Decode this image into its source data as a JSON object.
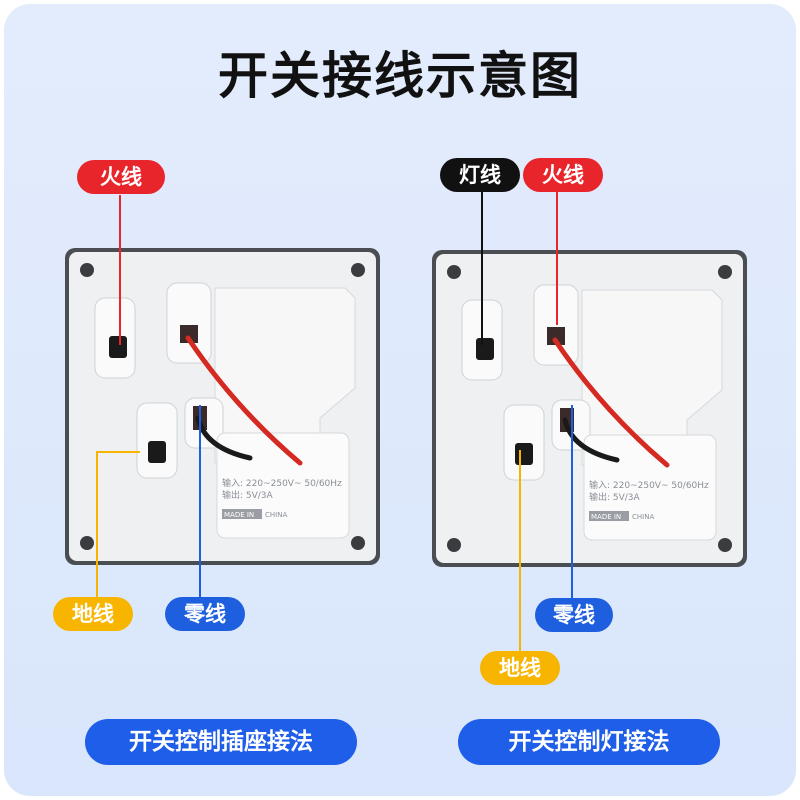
{
  "title": "开关接线示意图",
  "colors": {
    "live": "#e8252a",
    "lamp": "#111111",
    "earth": "#f7b500",
    "neutral": "#1e5fe0",
    "button": "#1f5ee8"
  },
  "left_diagram": {
    "labels": {
      "live": "火线",
      "earth": "地线",
      "neutral": "零线"
    },
    "caption": "开关控制插座接法"
  },
  "right_diagram": {
    "labels": {
      "lamp": "灯线",
      "live": "火线",
      "neutral": "零线",
      "earth": "地线"
    },
    "caption": "开关控制灯接法"
  },
  "socket_print": {
    "input": "输入: 220~250V~ 50/60Hz",
    "output": "输出: 5V/3A",
    "made_in": "MADE IN",
    "country": "CHINA"
  }
}
